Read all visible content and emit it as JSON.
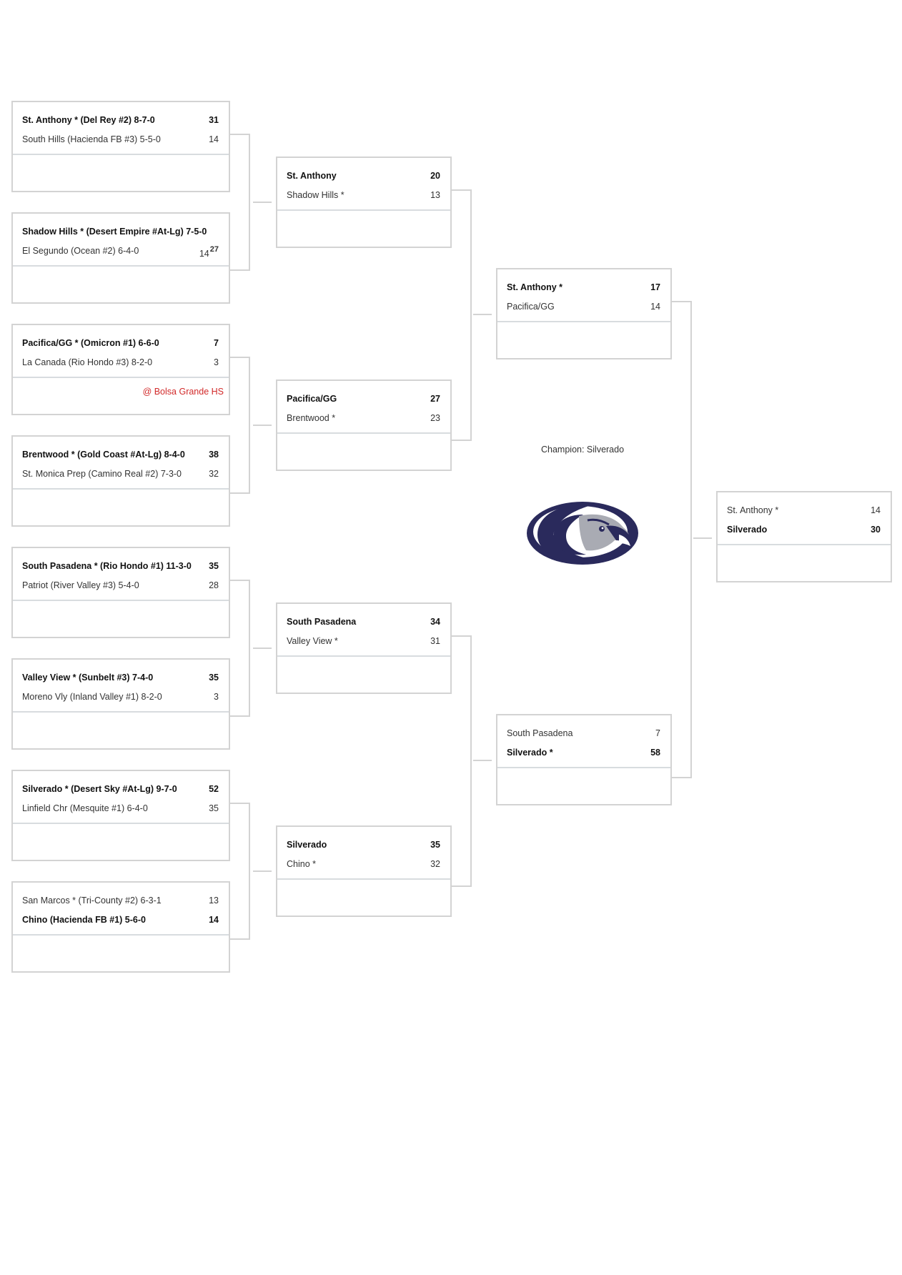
{
  "champion_label": "Champion: Silverado",
  "logo_icon": "eagle-mascot-logo",
  "colors": {
    "winner_text": "#111111",
    "note_red": "#d22a2a",
    "border_gray": "#d3d3d3",
    "logo_navy": "#2a2a5c"
  },
  "round1": [
    {
      "team1": {
        "name": "St. Anthony * (Del Rey #2) 8-7-0",
        "score": "31",
        "winner": true
      },
      "team2": {
        "name": "South Hills (Hacienda FB #3) 5-5-0",
        "score": "14",
        "winner": false
      }
    },
    {
      "team1": {
        "name": "Shadow Hills * (Desert Empire #At-Lg) 7-5-0",
        "score": "",
        "winner": true
      },
      "team2": {
        "name": "El Segundo (Ocean #2) 6-4-0",
        "score": "14",
        "winner": false,
        "score_correction": "27"
      }
    },
    {
      "team1": {
        "name": "Pacifica/GG * (Omicron #1) 6-6-0",
        "score": "7",
        "winner": true
      },
      "team2": {
        "name": "La Canada (Rio Hondo #3) 8-2-0",
        "score": "3",
        "winner": false
      },
      "note": "@ Bolsa Grande HS"
    },
    {
      "team1": {
        "name": "Brentwood * (Gold Coast #At-Lg) 8-4-0",
        "score": "38",
        "winner": true
      },
      "team2": {
        "name": "St. Monica Prep (Camino Real #2) 7-3-0",
        "score": "32",
        "winner": false
      }
    },
    {
      "team1": {
        "name": "South Pasadena * (Rio Hondo #1) 11-3-0",
        "score": "35",
        "winner": true
      },
      "team2": {
        "name": "Patriot (River Valley #3) 5-4-0",
        "score": "28",
        "winner": false
      }
    },
    {
      "team1": {
        "name": "Valley View * (Sunbelt #3) 7-4-0",
        "score": "35",
        "winner": true
      },
      "team2": {
        "name": "Moreno Vly (Inland Valley #1) 8-2-0",
        "score": "3",
        "winner": false
      }
    },
    {
      "team1": {
        "name": "Silverado * (Desert Sky #At-Lg) 9-7-0",
        "score": "52",
        "winner": true
      },
      "team2": {
        "name": "Linfield Chr (Mesquite #1) 6-4-0",
        "score": "35",
        "winner": false
      }
    },
    {
      "team1": {
        "name": "San Marcos * (Tri-County #2) 6-3-1",
        "score": "13",
        "winner": false
      },
      "team2": {
        "name": "Chino (Hacienda FB #1) 5-6-0",
        "score": "14",
        "winner": true
      }
    }
  ],
  "round2": [
    {
      "team1": {
        "name": "St. Anthony",
        "score": "20",
        "winner": true
      },
      "team2": {
        "name": "Shadow Hills *",
        "score": "13",
        "winner": false
      }
    },
    {
      "team1": {
        "name": "Pacifica/GG",
        "score": "27",
        "winner": true
      },
      "team2": {
        "name": "Brentwood *",
        "score": "23",
        "winner": false
      }
    },
    {
      "team1": {
        "name": "South Pasadena",
        "score": "34",
        "winner": true
      },
      "team2": {
        "name": "Valley View *",
        "score": "31",
        "winner": false
      }
    },
    {
      "team1": {
        "name": "Silverado",
        "score": "35",
        "winner": true
      },
      "team2": {
        "name": "Chino *",
        "score": "32",
        "winner": false
      }
    }
  ],
  "semifinals": [
    {
      "team1": {
        "name": "St. Anthony *",
        "score": "17",
        "winner": true
      },
      "team2": {
        "name": "Pacifica/GG",
        "score": "14",
        "winner": false
      }
    },
    {
      "team1": {
        "name": "South Pasadena",
        "score": "7",
        "winner": false
      },
      "team2": {
        "name": "Silverado *",
        "score": "58",
        "winner": true
      }
    }
  ],
  "final": [
    {
      "team1": {
        "name": "St. Anthony *",
        "score": "14",
        "winner": false
      },
      "team2": {
        "name": "Silverado",
        "score": "30",
        "winner": true
      }
    }
  ]
}
